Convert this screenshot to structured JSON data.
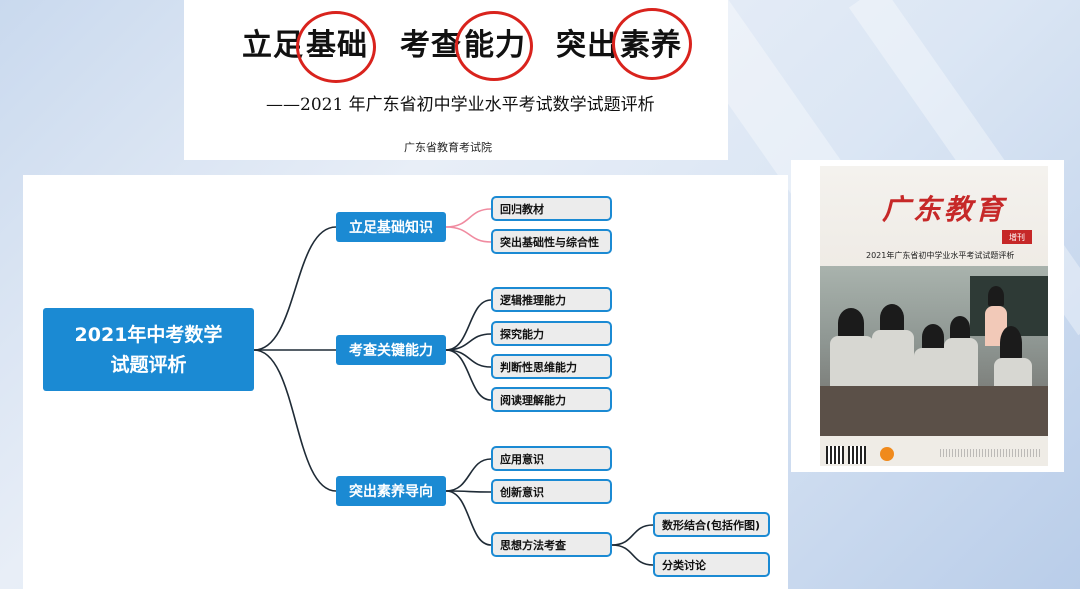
{
  "header": {
    "phrase1_plain": "立足",
    "phrase1_circled": "基础",
    "phrase2_plain": "考查",
    "phrase2_circled": "能力",
    "phrase3_plain": "突出",
    "phrase3_circled": "素养",
    "subtitle": "——2021 年广东省初中学业水平考试数学试题评析",
    "publisher": "广东省教育考试院",
    "circle_color": "#d9231d"
  },
  "mindmap": {
    "root": "2021年中考数学\n试题评析",
    "branches": [
      {
        "label": "立足基础知识",
        "children": [
          "回归教材",
          "突出基础性与综合性"
        ]
      },
      {
        "label": "考查关键能力",
        "children": [
          "逻辑推理能力",
          "探究能力",
          "判断性思维能力",
          "阅读理解能力"
        ]
      },
      {
        "label": "突出素养导向",
        "children": [
          "应用意识",
          "创新意识",
          "思想方法考查"
        ]
      }
    ],
    "subchildren": [
      "数形结合(包括作图)",
      "分类讨论"
    ],
    "accent_color": "#1b8ad3"
  },
  "magazine": {
    "title": "广东教育",
    "badge": "增刊",
    "subtitle": "2021年广东省初中学业水平考试试题评析",
    "brand_color": "#c62828"
  }
}
